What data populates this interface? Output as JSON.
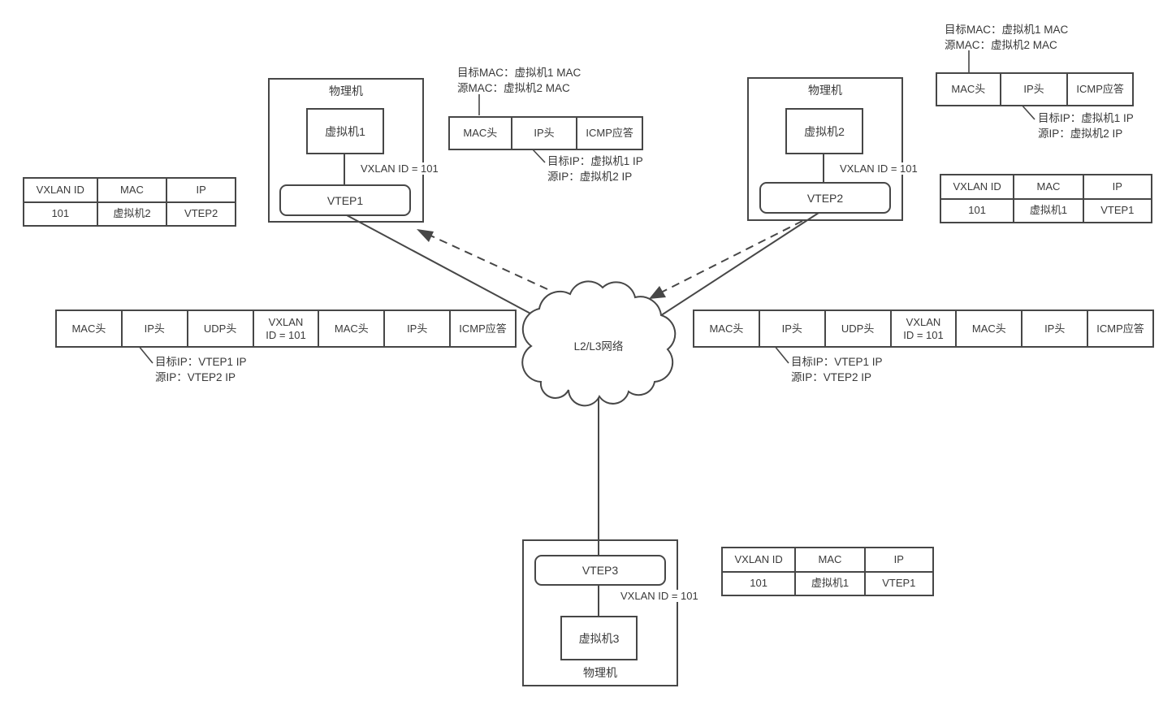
{
  "cloud": {
    "label": "L2/L3网络"
  },
  "machines": {
    "left": {
      "title": "物理机",
      "vm": "虚拟机1",
      "vtep": "VTEP1",
      "vxlan": "VXLAN ID = 101"
    },
    "right": {
      "title": "物理机",
      "vm": "虚拟机2",
      "vtep": "VTEP2",
      "vxlan": "VXLAN ID = 101"
    },
    "bottom": {
      "title": "物理机",
      "vm": "虚拟机3",
      "vtep": "VTEP3",
      "vxlan": "VXLAN ID = 101"
    }
  },
  "mapping_tables": {
    "left": {
      "headers": [
        "VXLAN ID",
        "MAC",
        "IP"
      ],
      "row": [
        "101",
        "虚拟机2",
        "VTEP2"
      ]
    },
    "right": {
      "headers": [
        "VXLAN ID",
        "MAC",
        "IP"
      ],
      "row": [
        "101",
        "虚拟机1",
        "VTEP1"
      ]
    },
    "bottom": {
      "headers": [
        "VXLAN ID",
        "MAC",
        "IP"
      ],
      "row": [
        "101",
        "虚拟机1",
        "VTEP1"
      ]
    }
  },
  "inner_packets": {
    "left": {
      "cells": [
        "MAC头",
        "IP头",
        "ICMP应答"
      ],
      "note_top_line1": "目标MAC：虚拟机1 MAC",
      "note_top_line2": "源MAC：虚拟机2 MAC",
      "note_bottom_line1": "目标IP：虚拟机1 IP",
      "note_bottom_line2": "源IP：虚拟机2 IP"
    },
    "right": {
      "cells": [
        "MAC头",
        "IP头",
        "ICMP应答"
      ],
      "note_top_line1": "目标MAC：虚拟机1 MAC",
      "note_top_line2": "源MAC：虚拟机2 MAC",
      "note_bottom_line1": "目标IP：虚拟机1 IP",
      "note_bottom_line2": "源IP：虚拟机2 IP"
    }
  },
  "outer_packets": {
    "left": {
      "cells": [
        "MAC头",
        "IP头",
        "UDP头",
        "VXLAN\nID = 101",
        "MAC头",
        "IP头",
        "ICMP应答"
      ],
      "note_line1": "目标IP：VTEP1 IP",
      "note_line2": "源IP：VTEP2 IP"
    },
    "right": {
      "cells": [
        "MAC头",
        "IP头",
        "UDP头",
        "VXLAN\nID = 101",
        "MAC头",
        "IP头",
        "ICMP应答"
      ],
      "note_line1": "目标IP：VTEP1 IP",
      "note_line2": "源IP：VTEP2 IP"
    }
  }
}
